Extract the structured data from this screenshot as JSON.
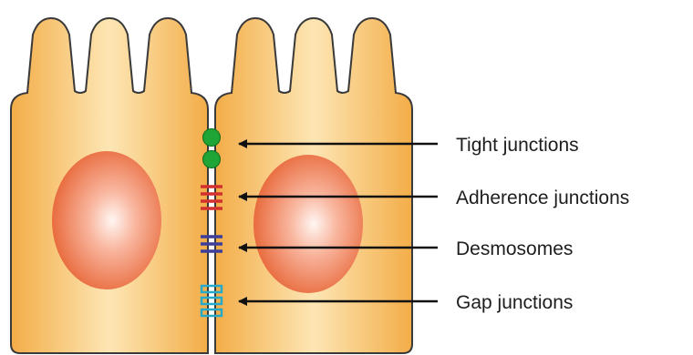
{
  "labels": {
    "tight": "Tight junctions",
    "adherence": "Adherence junctions",
    "desmosomes": "Desmosomes",
    "gap": "Gap junctions"
  },
  "colors": {
    "cell_fill_light": "#fde3ac",
    "cell_fill_dark": "#f5b14c",
    "cell_outline": "#3a3a3a",
    "nucleus_center": "#fff3ee",
    "nucleus_edge": "#e8643a",
    "tight_junction": "#1fa535",
    "adherence_junction": "#d2312e",
    "desmosome": "#3c3e9a",
    "gap_junction": "#27a9c9",
    "arrow": "#111111",
    "text": "#1e1e1e"
  }
}
